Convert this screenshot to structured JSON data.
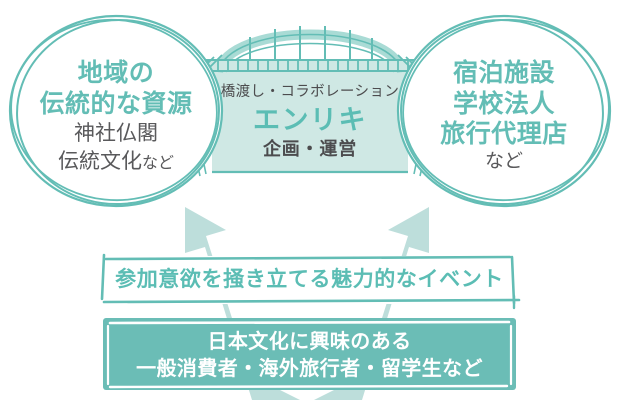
{
  "diagram": {
    "title": "",
    "colors": {
      "teal_stroke": "#63bdb5",
      "teal_text": "#5bbdb4",
      "panel_fill": "#cfe8e4",
      "arrow_fill": "#bddedb",
      "solid_box_fill": "#6bbdb6",
      "gray_text": "#59595b",
      "white": "#ffffff"
    },
    "left_circle": {
      "name": "local-resources-circle",
      "head_line1": "地域の",
      "head_line2": "伝統的な資源",
      "sub_line1": "神社仏閣",
      "sub_line2": "伝統文化",
      "sub_line2_suffix": "など"
    },
    "bridge": {
      "name": "bridge-connector",
      "kicker": "橋渡し・コラボレーション",
      "title": "エンリキ",
      "subtitle": "企画・運営"
    },
    "right_circle": {
      "name": "partners-circle",
      "head_line1": "宿泊施設",
      "head_line2": "学校法人",
      "head_line3": "旅行代理店",
      "nado": "など"
    },
    "banner": {
      "name": "event-banner",
      "text": "参加意欲を掻き立てる魅力的なイベント"
    },
    "audience_box": {
      "name": "audience-box",
      "line1": "日本文化に興味のある",
      "line2": "一般消費者・海外旅行者・留学生など"
    },
    "arrows": {
      "left_arrow_name": "arrow-up-left",
      "right_arrow_name": "arrow-up-right"
    }
  }
}
